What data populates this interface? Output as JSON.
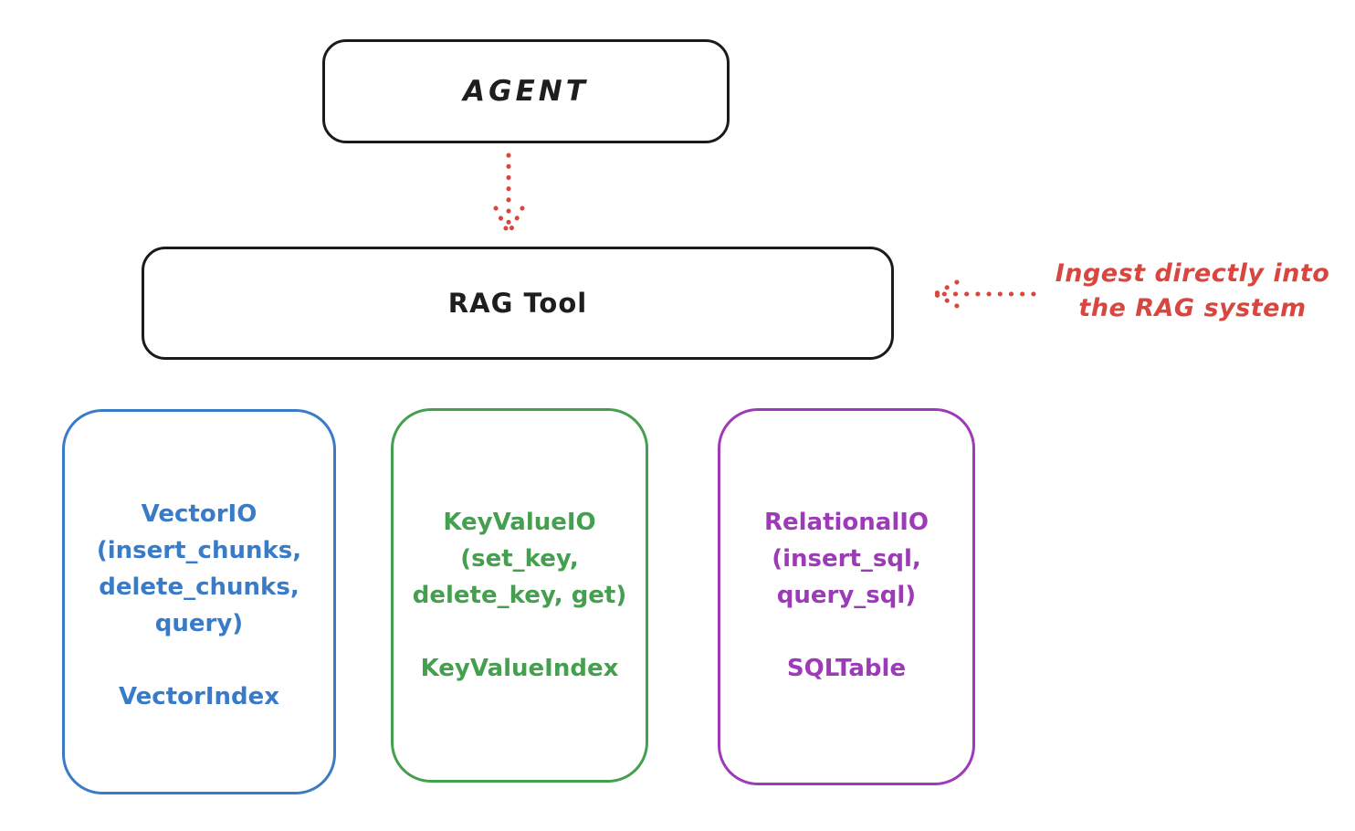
{
  "diagram": {
    "title_node": {
      "label": "AGENT"
    },
    "ragtool_node": {
      "label": "RAG Tool"
    },
    "annotation": {
      "line1": "Ingest directly into",
      "line2": "the RAG system"
    },
    "stores": [
      {
        "id": "vector-io",
        "lines": [
          "VectorIO",
          "(insert_chunks,",
          "delete_chunks,",
          "query)"
        ],
        "footer": "VectorIndex",
        "color": "#3a7bc8"
      },
      {
        "id": "keyvalue-io",
        "lines": [
          "KeyValueIO",
          "(set_key,",
          "delete_key, get)"
        ],
        "footer": "KeyValueIndex",
        "color": "#44a04e"
      },
      {
        "id": "relational-io",
        "lines": [
          "RelationalIO",
          "(insert_sql,",
          "query_sql)"
        ],
        "footer": "SQLTable",
        "color": "#9c3ab8"
      }
    ],
    "arrows": [
      {
        "id": "agent-to-ragtool",
        "style": "dotted",
        "color": "#d9453f",
        "direction": "down"
      },
      {
        "id": "ingest-annotation-to-ragtool",
        "style": "dotted",
        "color": "#d9453f",
        "direction": "left"
      }
    ],
    "colors": {
      "outline_black": "#1b1b1b",
      "red": "#d9453f",
      "blue": "#3a7bc8",
      "green": "#44a04e",
      "purple": "#9c3ab8",
      "background": "#ffffff"
    }
  }
}
